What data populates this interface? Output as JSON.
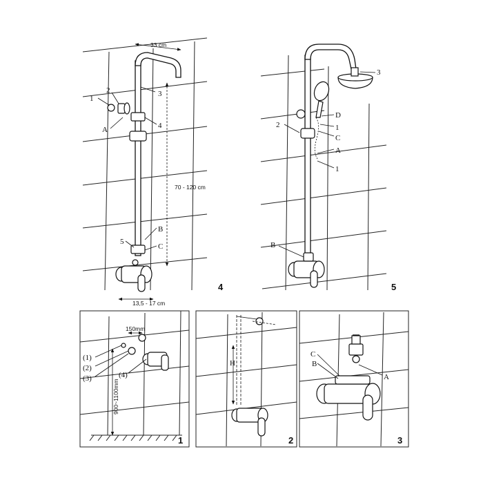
{
  "figure4": {
    "number": "4",
    "labels": [
      "1",
      "2",
      "3",
      "A",
      "4",
      "B",
      "5",
      "C"
    ],
    "dimensions": {
      "width": "33 cm",
      "height": "70 - 120 cm",
      "offset": "13,5 - 17 cm"
    }
  },
  "figure5": {
    "number": "5",
    "labels": [
      "3",
      "D",
      "2",
      "1",
      "C",
      "A",
      "1",
      "B"
    ]
  },
  "panel1": {
    "number": "1",
    "labels": [
      "(1)",
      "(2)",
      "(3)",
      "(4)"
    ],
    "dimensions": {
      "spacing": "150mm",
      "height": "900~1100mm"
    }
  },
  "panel2": {
    "number": "2",
    "labels": [
      "H"
    ]
  },
  "panel3": {
    "number": "3",
    "labels": [
      "C",
      "B",
      "A"
    ]
  }
}
